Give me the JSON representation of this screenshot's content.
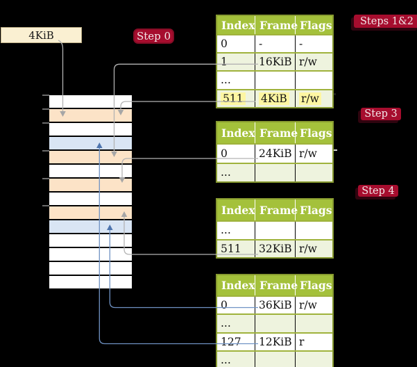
{
  "frame_size_box": {
    "label": "4KiB"
  },
  "badges": [
    {
      "id": "step-0",
      "label": "Step 0"
    },
    {
      "id": "steps-1-2",
      "label": "Steps 1&2"
    },
    {
      "id": "step-3",
      "label": "Step 3"
    },
    {
      "id": "step-4",
      "label": "Step 4"
    }
  ],
  "memory_column": {
    "description": "physical memory frames, 4KiB each",
    "row_fills": [
      "white",
      "orange",
      "white",
      "blue",
      "orange",
      "white",
      "orange",
      "white",
      "orange",
      "blue",
      "white",
      "white",
      "white",
      "white"
    ]
  },
  "page_tables": [
    {
      "id": "table-steps-1-2",
      "header": [
        "Index",
        "Frame",
        "Flags"
      ],
      "rows": [
        {
          "cells": [
            "0",
            "-",
            "-"
          ],
          "shaded": false,
          "highlighted": false
        },
        {
          "cells": [
            "1",
            "16KiB",
            "r/w"
          ],
          "shaded": true,
          "highlighted": false
        },
        {
          "cells": [
            "...",
            "",
            ""
          ],
          "shaded": false,
          "highlighted": false
        },
        {
          "cells": [
            "511",
            "4KiB",
            "r/w"
          ],
          "shaded": true,
          "highlighted": true
        }
      ]
    },
    {
      "id": "table-step-3",
      "header": [
        "Index",
        "Frame",
        "Flags"
      ],
      "rows": [
        {
          "cells": [
            "0",
            "24KiB",
            "r/w"
          ],
          "shaded": false,
          "highlighted": false
        },
        {
          "cells": [
            "...",
            "",
            ""
          ],
          "shaded": true,
          "highlighted": false
        }
      ]
    },
    {
      "id": "table-step-4",
      "header": [
        "Index",
        "Frame",
        "Flags"
      ],
      "rows": [
        {
          "cells": [
            "...",
            "",
            ""
          ],
          "shaded": false,
          "highlighted": false
        },
        {
          "cells": [
            "511",
            "32KiB",
            "r/w"
          ],
          "shaded": true,
          "highlighted": false
        }
      ]
    },
    {
      "id": "table-final",
      "header": [
        "Index",
        "Frame",
        "Flags"
      ],
      "rows": [
        {
          "cells": [
            "0",
            "36KiB",
            "r/w"
          ],
          "shaded": false,
          "highlighted": false
        },
        {
          "cells": [
            "...",
            "",
            ""
          ],
          "shaded": true,
          "highlighted": false
        },
        {
          "cells": [
            "127",
            "12KiB",
            "r"
          ],
          "shaded": false,
          "highlighted": false
        },
        {
          "cells": [
            "...",
            "",
            ""
          ],
          "shaded": true,
          "highlighted": false
        }
      ]
    }
  ],
  "colors": {
    "background": "#000000",
    "crimson_badge": "#a60d2e",
    "badge_text": "#f3e8ea",
    "table_header_green": "#a4c13b",
    "table_border_green": "#879a30",
    "table_shade_green": "#eef3de",
    "highlight_yellow": "#fdf6a2",
    "frame_orange": "#fce3c7",
    "frame_blue": "#d9e5f4",
    "frame_white": "#ffffff",
    "box_cream": "#faf0d2",
    "wire_gray": "#b3b3b3",
    "wire_gray_head": "#a6a6a6",
    "wire_blue": "#6f92c4",
    "wire_blue_head": "#4e75ae"
  }
}
